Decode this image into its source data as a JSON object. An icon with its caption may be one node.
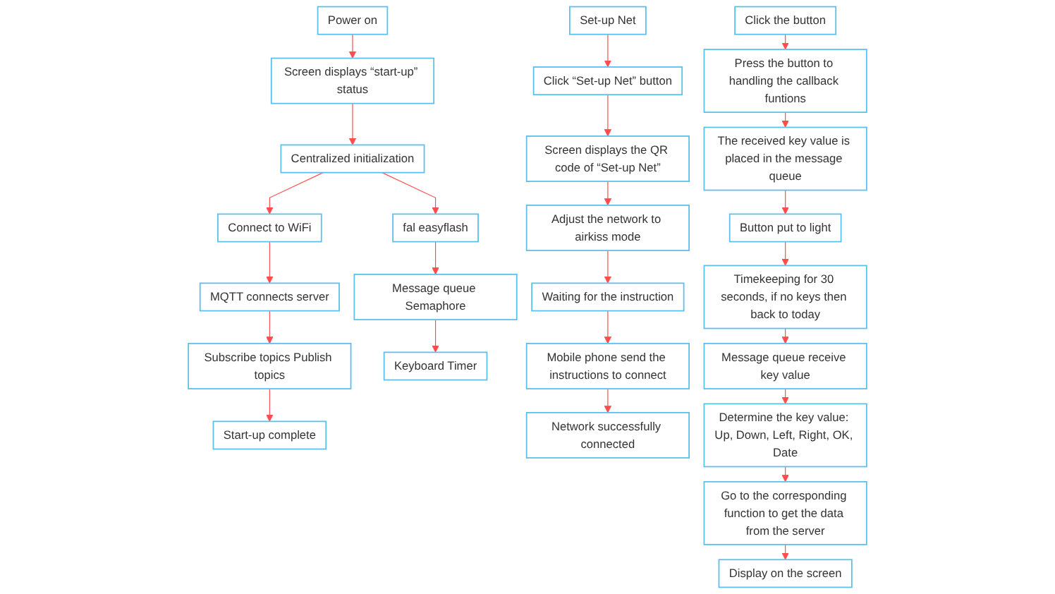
{
  "diagram": {
    "nodes": [
      {
        "text": [
          "Power on"
        ]
      },
      {
        "text": [
          "Screen displays “start-up” status"
        ]
      },
      {
        "text": [
          "Centralized initialization"
        ]
      },
      {
        "text": [
          "Connect to WiFi"
        ]
      },
      {
        "text": [
          "MQTT connects server"
        ]
      },
      {
        "text": [
          "Subscribe topics Publish topics"
        ]
      },
      {
        "text": [
          "Start-up complete"
        ]
      },
      {
        "text": [
          "fal easyflash"
        ]
      },
      {
        "text": [
          "Message queue Semaphore"
        ]
      },
      {
        "text": [
          "Keyboard Timer"
        ]
      },
      {
        "text": [
          "Set-up Net"
        ]
      },
      {
        "text": [
          "Click “Set-up Net” button"
        ]
      },
      {
        "text": [
          "Screen displays the QR code of “Set-up Net”"
        ]
      },
      {
        "text": [
          "Adjust the network to airkiss mode"
        ]
      },
      {
        "text": [
          "Waiting for the instruction"
        ]
      },
      {
        "text": [
          "Mobile phone send the instructions to connect"
        ]
      },
      {
        "text": [
          "Network successfully connected"
        ]
      },
      {
        "text": [
          "Click the button"
        ]
      },
      {
        "text": [
          "Press the button to handling the callback funtions"
        ]
      },
      {
        "text": [
          "The received key value is placed in the message queue"
        ]
      },
      {
        "text": [
          "Button put to light"
        ]
      },
      {
        "text": [
          "Timekeeping for 30 seconds, if no keys then back to today"
        ]
      },
      {
        "text": [
          "Message queue receive key value"
        ]
      },
      {
        "text": [
          "Determine the key value: Up, Down, Left, Right, OK, Date"
        ]
      },
      {
        "text": [
          "Go to the corresponding function to get the data from the server"
        ]
      },
      {
        "text": [
          "Display on the screen"
        ]
      }
    ],
    "edges": [
      {
        "from": 0,
        "to": 1,
        "arrow": "to"
      },
      {
        "from": 1,
        "to": 2,
        "arrow": "to"
      },
      {
        "from": 2,
        "to": 3,
        "arrow": "to"
      },
      {
        "from": 3,
        "to": 4,
        "arrow": "to"
      },
      {
        "from": 4,
        "to": 5,
        "arrow": "to"
      },
      {
        "from": 5,
        "to": 6,
        "arrow": "to"
      },
      {
        "from": 2,
        "to": 7,
        "arrow": "to"
      },
      {
        "from": 7,
        "to": 8,
        "arrow": "to"
      },
      {
        "from": 8,
        "to": 9,
        "arrow": "to"
      },
      {
        "from": 10,
        "to": 11,
        "arrow": "to"
      },
      {
        "from": 11,
        "to": 12,
        "arrow": "to"
      },
      {
        "from": 12,
        "to": 13,
        "arrow": "to"
      },
      {
        "from": 13,
        "to": 14,
        "arrow": "to"
      },
      {
        "from": 14,
        "to": 15,
        "arrow": "to"
      },
      {
        "from": 15,
        "to": 16,
        "arrow": "to"
      },
      {
        "from": 17,
        "to": 18,
        "arrow": "to"
      },
      {
        "from": 18,
        "to": 19,
        "arrow": "to"
      },
      {
        "from": 19,
        "to": 20,
        "arrow": "to"
      },
      {
        "from": 20,
        "to": 21,
        "arrow": "to"
      },
      {
        "from": 21,
        "to": 22,
        "arrow": "to"
      },
      {
        "from": 22,
        "to": 23,
        "arrow": "to"
      },
      {
        "from": 23,
        "to": 24,
        "arrow": "to"
      },
      {
        "from": 24,
        "to": 25,
        "arrow": "to"
      }
    ]
  }
}
